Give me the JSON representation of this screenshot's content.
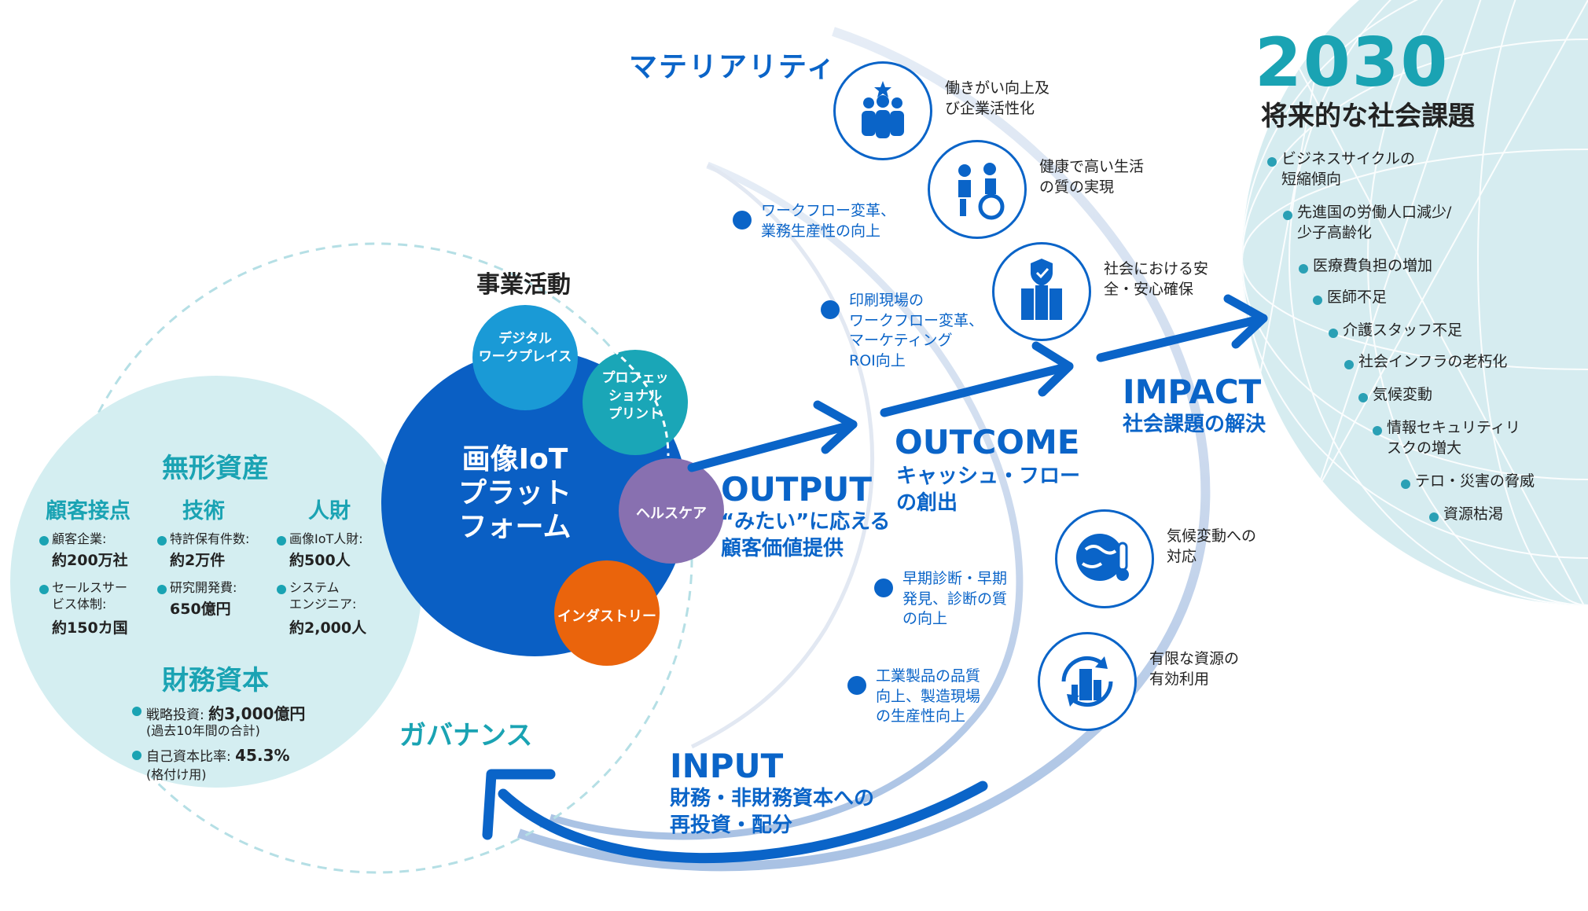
{
  "colors": {
    "blue": "#0a64c8",
    "dark_blue": "#0a5fc4",
    "teal": "#1aa3b3",
    "light_teal": "#d4eef1",
    "purple": "#8870b0",
    "orange": "#ea640c",
    "sky": "#1a9ad6",
    "pro_teal": "#1aa6b7"
  },
  "year": "2030",
  "future_title": "将来的な社会課題",
  "future_issues": [
    "ビジネスサイクルの\n短縮傾向",
    "先進国の労働人口減少/\n少子高齢化",
    "医療費負担の増加",
    "医師不足",
    "介護スタッフ不足",
    "社会インフラの老朽化",
    "気候変動",
    "情報セキュリティリ\nスクの増大",
    "テロ・災害の脅威",
    "資源枯渇"
  ],
  "materiality_title": "マテリアリティ",
  "materiality": [
    {
      "icon": "team-star-icon",
      "label": "働きがい向上及\nび企業活性化"
    },
    {
      "icon": "care-wheelchair-icon",
      "label": "健康で高い生活\nの質の実現"
    },
    {
      "icon": "shield-building-icon",
      "label": "社会における安\n全・安心確保"
    },
    {
      "icon": "globe-thermometer-icon",
      "label": "気候変動への\n対応"
    },
    {
      "icon": "recycle-city-icon",
      "label": "有限な資源の\n有効利用"
    }
  ],
  "outcomes": [
    "ワークフロー変革、\n業務生産性の向上",
    "印刷現場の\nワークフロー変革、\nマーケティング\nROI向上",
    "早期診断・早期\n発見、診断の質\nの向上",
    "工業製品の品質\n向上、製造現場\nの生産性向上"
  ],
  "business_title": "事業活動",
  "platform_label": "画像IoT\nプラット\nフォーム",
  "segments": {
    "digital": "デジタル\nワークプレイス",
    "professional": "プロフェッ\nショナル\nプリント",
    "health": "ヘルスケア",
    "industry": "インダストリー"
  },
  "output": {
    "title": "OUTPUT",
    "sub": "“みたい”に応える\n顧客価値提供"
  },
  "outcome": {
    "title": "OUTCOME",
    "sub": "キャッシュ・フロー\nの創出"
  },
  "impact": {
    "title": "IMPACT",
    "sub": "社会課題の解決"
  },
  "input": {
    "title": "INPUT",
    "sub": "財務・非財務資本への\n再投資・配分"
  },
  "governance": "ガバナンス",
  "intangible_title": "無形資産",
  "intangible_cols": [
    {
      "head": "顧客接点",
      "items": [
        {
          "label": "顧客企業:",
          "value": "約200万社"
        },
        {
          "label": "セールスサー\nビス体制:",
          "value": "約150カ国"
        }
      ]
    },
    {
      "head": "技術",
      "items": [
        {
          "label": "特許保有件数:",
          "value": "約2万件"
        },
        {
          "label": "研究開発費:",
          "value": "650億円"
        }
      ]
    },
    {
      "head": "人財",
      "items": [
        {
          "label": "画像IoT人財:",
          "value": "約500人"
        },
        {
          "label": "システム\nエンジニア:",
          "value": "約2,000人"
        }
      ]
    }
  ],
  "financial_title": "財務資本",
  "financial_items": [
    {
      "label": "戦略投資:",
      "value": "約3,000億円",
      "note": "(過去10年間の合計)"
    },
    {
      "label": "自己資本比率:",
      "value": "45.3%",
      "note": "(格付け用)"
    }
  ]
}
